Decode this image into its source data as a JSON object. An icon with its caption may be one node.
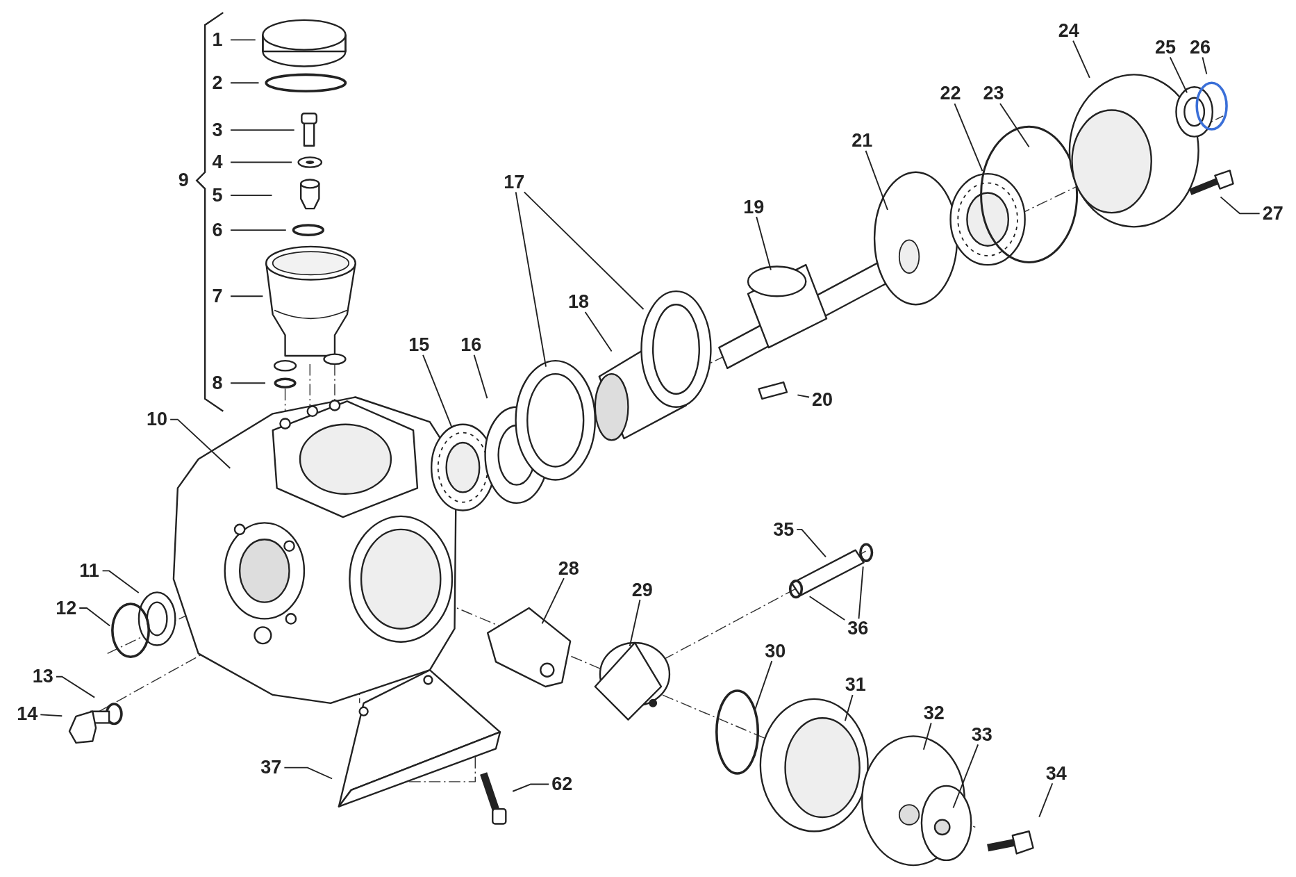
{
  "diagram": {
    "nodes": [
      {
        "text": [
          "1"
        ]
      },
      {
        "text": [
          "2"
        ]
      },
      {
        "text": [
          "3"
        ]
      },
      {
        "text": [
          "4"
        ]
      },
      {
        "text": [
          "5"
        ]
      },
      {
        "text": [
          "6"
        ]
      },
      {
        "text": [
          "7"
        ]
      },
      {
        "text": [
          "8"
        ]
      },
      {
        "text": [
          "10"
        ]
      },
      {
        "text": [
          "11"
        ]
      },
      {
        "text": [
          "12"
        ]
      },
      {
        "text": [
          "13"
        ]
      },
      {
        "text": [
          "14"
        ]
      },
      {
        "text": [
          "15"
        ]
      },
      {
        "text": [
          "16"
        ]
      },
      {
        "text": [
          "17"
        ]
      },
      {
        "text": [
          "18"
        ]
      },
      {
        "text": [
          "19"
        ]
      },
      {
        "text": [
          "20"
        ]
      },
      {
        "text": [
          "21"
        ]
      },
      {
        "text": [
          "22"
        ]
      },
      {
        "text": [
          "23"
        ]
      },
      {
        "text": [
          "24"
        ]
      },
      {
        "text": [
          "25"
        ]
      },
      {
        "text": [
          "26"
        ]
      },
      {
        "text": [
          "27"
        ]
      },
      {
        "text": [
          "28"
        ]
      },
      {
        "text": [
          "29"
        ]
      },
      {
        "text": [
          "30"
        ]
      },
      {
        "text": [
          "31"
        ]
      },
      {
        "text": [
          "32"
        ]
      },
      {
        "text": [
          "33"
        ]
      },
      {
        "text": [
          "34"
        ]
      },
      {
        "text": [
          "35"
        ]
      },
      {
        "text": [
          "36"
        ]
      },
      {
        "text": [
          "37"
        ]
      },
      {
        "text": [
          "62"
        ]
      }
    ],
    "edges": [
      {
        "from": 0,
        "to": null,
        "arrow": "none"
      },
      {
        "from": 1,
        "to": null,
        "arrow": "none"
      },
      {
        "from": 2,
        "to": null,
        "arrow": "none"
      },
      {
        "from": 3,
        "to": null,
        "arrow": "none"
      },
      {
        "from": 4,
        "to": null,
        "arrow": "none"
      },
      {
        "from": 5,
        "to": null,
        "arrow": "none"
      },
      {
        "from": 6,
        "to": null,
        "arrow": "none"
      },
      {
        "from": 7,
        "to": null,
        "arrow": "none"
      },
      {
        "from": 8,
        "to": null,
        "arrow": "none"
      },
      {
        "from": 9,
        "to": null,
        "arrow": "none"
      },
      {
        "from": 10,
        "to": null,
        "arrow": "none"
      },
      {
        "from": 11,
        "to": null,
        "arrow": "none"
      },
      {
        "from": 12,
        "to": null,
        "arrow": "none"
      },
      {
        "from": 13,
        "to": null,
        "arrow": "none"
      },
      {
        "from": 14,
        "to": null,
        "arrow": "none"
      },
      {
        "from": 15,
        "to": null,
        "arrow": "none"
      },
      {
        "from": 15,
        "to": null,
        "arrow": "none"
      },
      {
        "from": 16,
        "to": null,
        "arrow": "none"
      },
      {
        "from": 17,
        "to": null,
        "arrow": "none"
      },
      {
        "from": 18,
        "to": null,
        "arrow": "none"
      },
      {
        "from": 19,
        "to": null,
        "arrow": "none"
      },
      {
        "from": 20,
        "to": null,
        "arrow": "none"
      },
      {
        "from": 21,
        "to": null,
        "arrow": "none"
      },
      {
        "from": 22,
        "to": null,
        "arrow": "none"
      },
      {
        "from": 23,
        "to": null,
        "arrow": "none"
      },
      {
        "from": 24,
        "to": null,
        "arrow": "none"
      },
      {
        "from": 25,
        "to": null,
        "arrow": "none"
      },
      {
        "from": 26,
        "to": null,
        "arrow": "none"
      },
      {
        "from": 27,
        "to": null,
        "arrow": "none"
      },
      {
        "from": 28,
        "to": null,
        "arrow": "none"
      },
      {
        "from": 29,
        "to": null,
        "arrow": "none"
      },
      {
        "from": 30,
        "to": null,
        "arrow": "none"
      },
      {
        "from": 31,
        "to": null,
        "arrow": "none"
      },
      {
        "from": 32,
        "to": null,
        "arrow": "none"
      },
      {
        "from": 33,
        "to": null,
        "arrow": "none"
      },
      {
        "from": 34,
        "to": null,
        "arrow": "none"
      },
      {
        "from": 34,
        "to": null,
        "arrow": "none"
      },
      {
        "from": 35,
        "to": null,
        "arrow": "none"
      },
      {
        "from": 36,
        "to": null,
        "arrow": "none"
      }
    ],
    "labels": [
      "9"
    ]
  }
}
